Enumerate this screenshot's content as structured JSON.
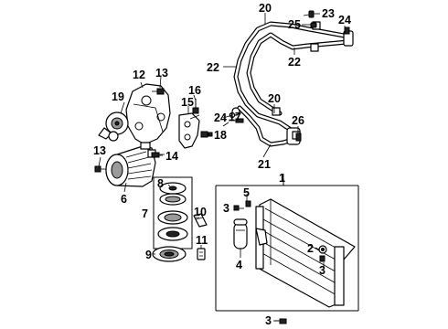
{
  "diagram": {
    "callouts": {
      "c1": "1",
      "c2": "2",
      "c3a": "3",
      "c3b": "3",
      "c3c": "3",
      "c4": "4",
      "c5": "5",
      "c6": "6",
      "c7": "7",
      "c8": "8",
      "c9": "9",
      "c10": "10",
      "c11": "11",
      "c12": "12",
      "c13a": "13",
      "c13b": "13",
      "c14": "14",
      "c15": "15",
      "c16": "16",
      "c17": "17",
      "c18": "18",
      "c19": "19",
      "c20a": "20",
      "c20b": "20",
      "c21": "21",
      "c22a": "22",
      "c22b": "22",
      "c23": "23",
      "c24a": "24",
      "c24b": "24",
      "c25": "25",
      "c26": "26"
    }
  }
}
